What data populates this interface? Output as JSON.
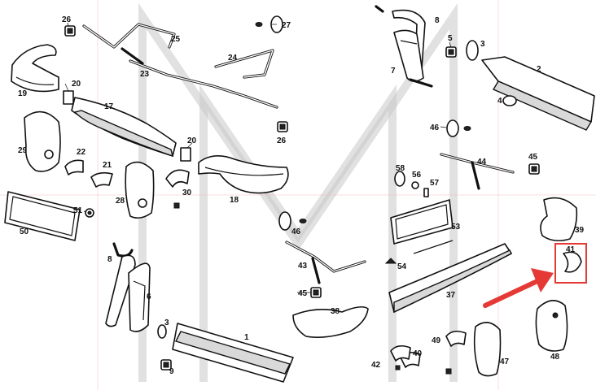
{
  "diagram": {
    "highlight_color": "#e53935",
    "watermark_color": "#c9c9c9",
    "parts": [
      {
        "id": "1",
        "label": "1"
      },
      {
        "id": "2",
        "label": "2"
      },
      {
        "id": "3a",
        "label": "3"
      },
      {
        "id": "3b",
        "label": "3"
      },
      {
        "id": "4",
        "label": "4"
      },
      {
        "id": "5",
        "label": "5"
      },
      {
        "id": "6",
        "label": "6"
      },
      {
        "id": "7",
        "label": "7"
      },
      {
        "id": "8a",
        "label": "8"
      },
      {
        "id": "8b",
        "label": "8"
      },
      {
        "id": "9",
        "label": "9"
      },
      {
        "id": "17",
        "label": "17"
      },
      {
        "id": "18",
        "label": "18"
      },
      {
        "id": "19",
        "label": "19"
      },
      {
        "id": "20a",
        "label": "20"
      },
      {
        "id": "20b",
        "label": "20"
      },
      {
        "id": "21",
        "label": "21"
      },
      {
        "id": "22",
        "label": "22"
      },
      {
        "id": "23",
        "label": "23"
      },
      {
        "id": "24",
        "label": "24"
      },
      {
        "id": "25",
        "label": "25"
      },
      {
        "id": "26a",
        "label": "26"
      },
      {
        "id": "26b",
        "label": "26"
      },
      {
        "id": "27",
        "label": "27"
      },
      {
        "id": "28",
        "label": "28"
      },
      {
        "id": "29",
        "label": "29"
      },
      {
        "id": "30",
        "label": "30"
      },
      {
        "id": "37",
        "label": "37"
      },
      {
        "id": "38",
        "label": "38"
      },
      {
        "id": "39",
        "label": "39"
      },
      {
        "id": "40",
        "label": "40"
      },
      {
        "id": "41",
        "label": "41"
      },
      {
        "id": "42",
        "label": "42"
      },
      {
        "id": "43",
        "label": "43"
      },
      {
        "id": "44",
        "label": "44"
      },
      {
        "id": "45a",
        "label": "45"
      },
      {
        "id": "45b",
        "label": "45"
      },
      {
        "id": "46a",
        "label": "46"
      },
      {
        "id": "46b",
        "label": "46"
      },
      {
        "id": "47",
        "label": "47"
      },
      {
        "id": "48",
        "label": "48"
      },
      {
        "id": "49",
        "label": "49"
      },
      {
        "id": "50",
        "label": "50"
      },
      {
        "id": "51",
        "label": "51"
      },
      {
        "id": "53",
        "label": "53"
      },
      {
        "id": "54",
        "label": "54"
      },
      {
        "id": "56",
        "label": "56"
      },
      {
        "id": "57",
        "label": "57"
      },
      {
        "id": "58",
        "label": "58"
      }
    ]
  }
}
